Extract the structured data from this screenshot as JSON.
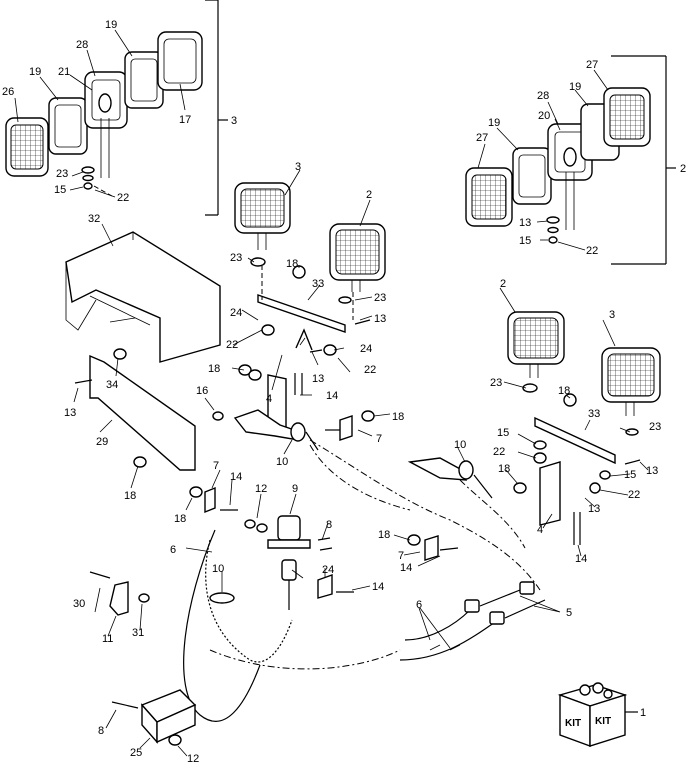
{
  "callouts": {
    "c1": "1",
    "c2": "2",
    "c3": "3",
    "c4": "4",
    "c5": "5",
    "c6": "6",
    "c7": "7",
    "c8": "8",
    "c9": "9",
    "c10": "10",
    "c11": "11",
    "c12": "12",
    "c13": "13",
    "c14": "14",
    "c15": "15",
    "c16": "16",
    "c17": "17",
    "c18": "18",
    "c19": "19",
    "c20": "20",
    "c21": "21",
    "c22": "22",
    "c23": "23",
    "c24": "24",
    "c25": "25",
    "c26": "26",
    "c27": "27",
    "c28": "28",
    "c29": "29",
    "c30": "30",
    "c31": "31",
    "c32": "32",
    "c33": "33",
    "c34": "34"
  },
  "kit_box": {
    "label_left": "KIT",
    "label_right": "KIT"
  }
}
